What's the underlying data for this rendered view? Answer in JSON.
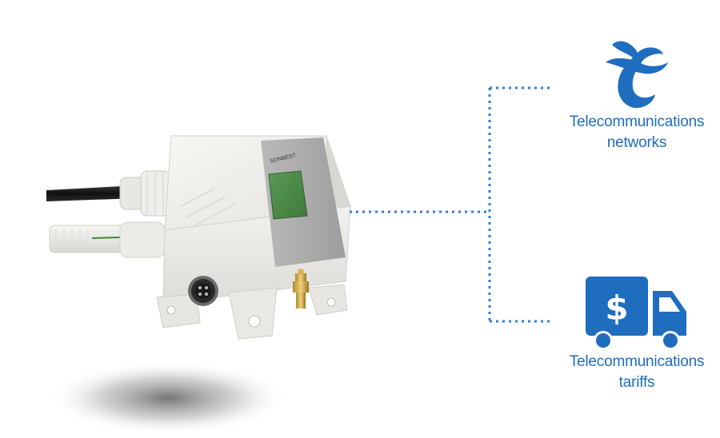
{
  "colors": {
    "accent": "#1f6dbf",
    "connector": "#2f7fd0",
    "device_body": "#ecebe8",
    "device_shadow": "#8a8a8a",
    "display": "#4f8f4a"
  },
  "device": {
    "brand": "SONBEST"
  },
  "services": [
    {
      "icon": "telecom-logo-icon",
      "line1": "Telecommunications",
      "line2": "networks"
    },
    {
      "icon": "delivery-truck-dollar-icon",
      "line1": "Telecommunications",
      "line2": "tariffs"
    }
  ]
}
